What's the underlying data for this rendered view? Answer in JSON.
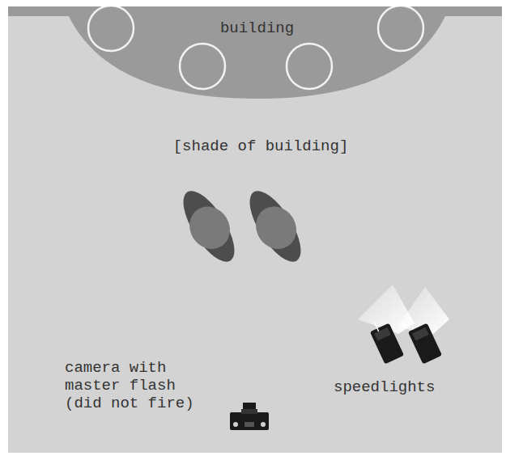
{
  "diagram": {
    "nodes": [
      {
        "text": [
          "building"
        ]
      }
    ],
    "labels": [
      "[shade of building]",
      "camera with master flash (did not fire)",
      "speedlights"
    ]
  }
}
